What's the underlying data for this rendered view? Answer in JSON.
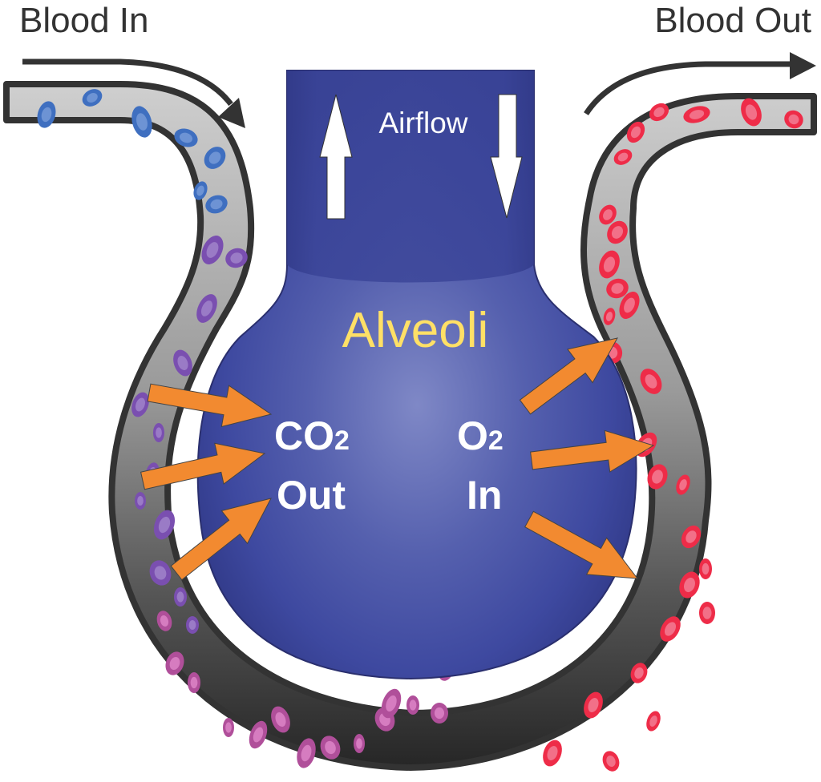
{
  "labels": {
    "blood_in": "Blood In",
    "blood_out": "Blood Out",
    "airflow": "Airflow",
    "alveoli": "Alveoli",
    "co2_chem": "CO",
    "co2_sub": "2",
    "co2_dir": "Out",
    "o2_chem": "O",
    "o2_sub": "2",
    "o2_dir": "In"
  },
  "colors": {
    "text_dark": "#333333",
    "tube_outline": "#333333",
    "tube_light": "#c4c4c4",
    "tube_dark": "#2a2a2a",
    "alveoli_dark": "#333c8c",
    "alveoli_mid": "#3e4aa0",
    "alveoli_light": "#7a84c2",
    "alveoli_label": "#ffe066",
    "gas_label": "#ffffff",
    "exchange_arrow": "#f28a30",
    "airflow_arrow": "#ffffff",
    "cell_deoxygenated": "#3f6fc0",
    "cell_deoxygenated_core": "#6d93d4",
    "cell_transition": "#7a4fb0",
    "cell_transition_core": "#9a7bc6",
    "cell_mixed": "#b04f9a",
    "cell_mixed_core": "#d67cc0",
    "cell_oxygenated": "#ee2c48",
    "cell_oxygenated_core": "#f27088"
  },
  "icons": {
    "blood_in_flow": "curved-arrow-right-down-icon",
    "blood_out_flow": "curved-arrow-right-icon",
    "airflow_in": "arrow-up-icon",
    "airflow_out": "arrow-down-icon",
    "co2_exchange": "arrow-right-icon",
    "o2_exchange": "arrow-right-icon"
  }
}
